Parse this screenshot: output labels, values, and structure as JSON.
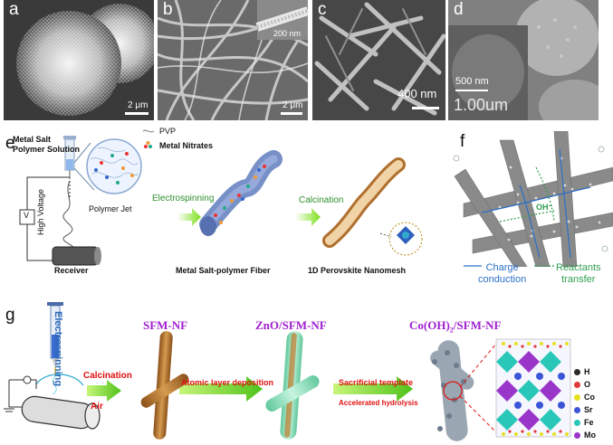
{
  "panels": {
    "a": {
      "label": "a",
      "scale": "2 μm"
    },
    "b": {
      "label": "b",
      "scale": "2 μm",
      "inset_scale": "200 nm"
    },
    "c": {
      "label": "c",
      "scale": "400 nm"
    },
    "d": {
      "label": "d",
      "scale": "500 nm",
      "inset_scale": "1.00um"
    },
    "e": {
      "label": "e",
      "solution": "Metal Salt\nPolymer Solution",
      "legend_pvp": "PVP",
      "legend_nitrates": "Metal Nitrates",
      "voltage_box": "V",
      "high_voltage": "High Voltage",
      "polymer_jet": "Polymer Jet",
      "receiver": "Receiver",
      "electrospinning": "Electrospinning",
      "fiber": "Metal Salt-polymer Fiber",
      "calcination": "Calcination",
      "nanomesh": "1D Perovskite Nanomesh"
    },
    "f": {
      "label": "f",
      "oh": "OH⁻",
      "charge": "Charge\nconduction",
      "reactants": "Reactants\ntransfer"
    },
    "g": {
      "label": "g",
      "electrospinning": "Electrospinning",
      "calcination": "Calcination",
      "air": "Air",
      "sfm": "SFM-NF",
      "ald": "Atomic layer deposition",
      "zno": "ZnO/SFM-NF",
      "sacrificial": "Sacrificial template",
      "hydrolysis": "Accelerated hydrolysis",
      "coal": "Co(OH)",
      "coal_sub": "2",
      "coal_rest": "/SFM-NF",
      "elements": [
        {
          "symbol": "H",
          "color": "#2b2b2b"
        },
        {
          "symbol": "O",
          "color": "#e03a3a"
        },
        {
          "symbol": "Co",
          "color": "#e6e020"
        },
        {
          "symbol": "Sr",
          "color": "#3a56d6"
        },
        {
          "symbol": "Fe",
          "color": "#29c7b8"
        },
        {
          "symbol": "Mo",
          "color": "#9a35c9"
        }
      ]
    }
  },
  "colors": {
    "arrow_green": "#7ee01e",
    "label_red": "#e01010",
    "label_purple": "#a020d0",
    "sfm_brown": "#b9772a",
    "zno_green": "#9ee7c4"
  }
}
